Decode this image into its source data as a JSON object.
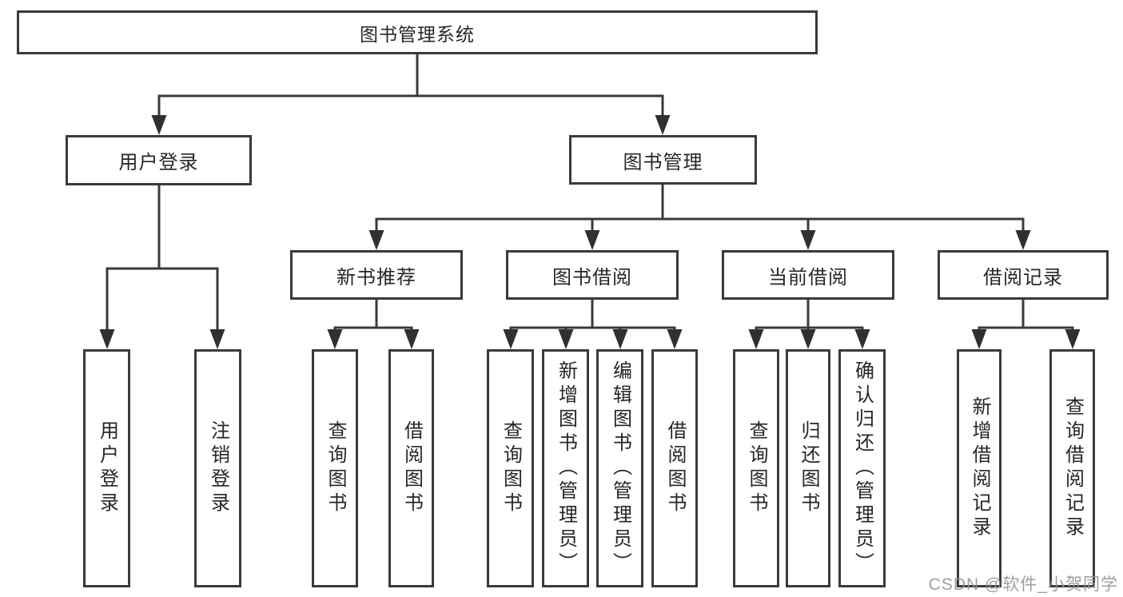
{
  "diagram": {
    "root": {
      "label": "图书管理系统"
    },
    "level2": [
      {
        "label": "用户登录",
        "children": [
          {
            "label": "用户登录"
          },
          {
            "label": "注销登录"
          }
        ]
      },
      {
        "label": "图书管理",
        "children": [
          {
            "label": "新书推荐",
            "children": [
              {
                "label": "查询图书"
              },
              {
                "label": "借阅图书"
              }
            ]
          },
          {
            "label": "图书借阅",
            "children": [
              {
                "label": "查询图书"
              },
              {
                "label": "新增图书（管理员）"
              },
              {
                "label": "编辑图书（管理员）"
              },
              {
                "label": "借阅图书"
              }
            ]
          },
          {
            "label": "当前借阅",
            "children": [
              {
                "label": "查询图书"
              },
              {
                "label": "归还图书"
              },
              {
                "label": "确认归还（管理员）"
              }
            ]
          },
          {
            "label": "借阅记录",
            "children": [
              {
                "label": "新增借阅记录"
              },
              {
                "label": "查询借阅记录"
              }
            ]
          }
        ]
      }
    ]
  },
  "watermark": {
    "text": "CSDN @软件_小贺同学"
  },
  "colors": {
    "line": "#3a3a3a",
    "arrow": "#303030",
    "box_border": "#3a3a3a",
    "text": "#262626",
    "watermark": "#949494",
    "background": "#ffffff"
  }
}
